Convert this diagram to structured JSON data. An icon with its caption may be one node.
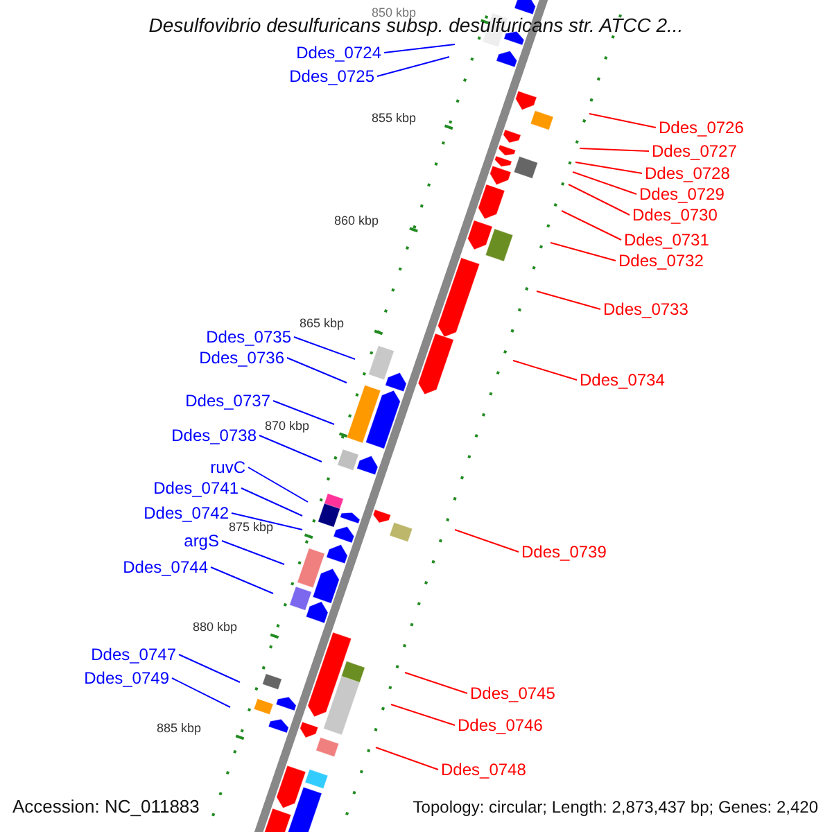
{
  "diagram": {
    "title": "Desulfovibrio desulfuricans subsp. desulfuricans str. ATCC 2...",
    "nodes": [
      {
        "text": [
          "Ddes_0724"
        ]
      },
      {
        "text": [
          "Ddes_0725"
        ]
      },
      {
        "text": [
          "Ddes_0726"
        ]
      },
      {
        "text": [
          "Ddes_0727"
        ]
      },
      {
        "text": [
          "Ddes_0728"
        ]
      },
      {
        "text": [
          "Ddes_0729"
        ]
      },
      {
        "text": [
          "Ddes_0730"
        ]
      },
      {
        "text": [
          "Ddes_0731"
        ]
      },
      {
        "text": [
          "Ddes_0732"
        ]
      },
      {
        "text": [
          "Ddes_0733"
        ]
      },
      {
        "text": [
          "Ddes_0734"
        ]
      },
      {
        "text": [
          "Ddes_0735"
        ]
      },
      {
        "text": [
          "Ddes_0736"
        ]
      },
      {
        "text": [
          "Ddes_0737"
        ]
      },
      {
        "text": [
          "Ddes_0738"
        ]
      },
      {
        "text": [
          "Ddes_0739"
        ]
      },
      {
        "text": [
          "ruvC"
        ]
      },
      {
        "text": [
          "Ddes_0741"
        ]
      },
      {
        "text": [
          "Ddes_0742"
        ]
      },
      {
        "text": [
          "argS"
        ]
      },
      {
        "text": [
          "Ddes_0744"
        ]
      },
      {
        "text": [
          "Ddes_0745"
        ]
      },
      {
        "text": [
          "Ddes_0746"
        ]
      },
      {
        "text": [
          "Ddes_0747"
        ]
      },
      {
        "text": [
          "Ddes_0748"
        ]
      },
      {
        "text": [
          "Ddes_0749"
        ]
      }
    ],
    "edges": [
      {
        "from": 0,
        "to": null,
        "arrow": "none",
        "color": "#0000ff"
      },
      {
        "from": 1,
        "to": null,
        "arrow": "none",
        "color": "#0000ff"
      },
      {
        "from": 2,
        "to": null,
        "arrow": "none",
        "color": "#ff0000"
      },
      {
        "from": 3,
        "to": null,
        "arrow": "none",
        "color": "#ff0000"
      },
      {
        "from": 4,
        "to": null,
        "arrow": "none",
        "color": "#ff0000"
      },
      {
        "from": 5,
        "to": null,
        "arrow": "none",
        "color": "#ff0000"
      },
      {
        "from": 6,
        "to": null,
        "arrow": "none",
        "color": "#ff0000"
      },
      {
        "from": 7,
        "to": null,
        "arrow": "none",
        "color": "#ff0000"
      },
      {
        "from": 8,
        "to": null,
        "arrow": "none",
        "color": "#ff0000"
      },
      {
        "from": 9,
        "to": null,
        "arrow": "none",
        "color": "#ff0000"
      },
      {
        "from": 10,
        "to": null,
        "arrow": "none",
        "color": "#ff0000"
      },
      {
        "from": 11,
        "to": null,
        "arrow": "none",
        "color": "#0000ff"
      },
      {
        "from": 12,
        "to": null,
        "arrow": "none",
        "color": "#0000ff"
      },
      {
        "from": 13,
        "to": null,
        "arrow": "none",
        "color": "#0000ff"
      },
      {
        "from": 14,
        "to": null,
        "arrow": "none",
        "color": "#0000ff"
      },
      {
        "from": 15,
        "to": null,
        "arrow": "none",
        "color": "#ff0000"
      },
      {
        "from": 16,
        "to": null,
        "arrow": "none",
        "color": "#0000ff"
      },
      {
        "from": 17,
        "to": null,
        "arrow": "none",
        "color": "#0000ff"
      },
      {
        "from": 18,
        "to": null,
        "arrow": "none",
        "color": "#0000ff"
      },
      {
        "from": 19,
        "to": null,
        "arrow": "none",
        "color": "#0000ff"
      },
      {
        "from": 20,
        "to": null,
        "arrow": "none",
        "color": "#0000ff"
      },
      {
        "from": 21,
        "to": null,
        "arrow": "none",
        "color": "#ff0000"
      },
      {
        "from": 22,
        "to": null,
        "arrow": "none",
        "color": "#ff0000"
      },
      {
        "from": 23,
        "to": null,
        "arrow": "none",
        "color": "#0000ff"
      },
      {
        "from": 24,
        "to": null,
        "arrow": "none",
        "color": "#ff0000"
      },
      {
        "from": 25,
        "to": null,
        "arrow": "none",
        "color": "#0000ff"
      }
    ],
    "labels": [
      "850 kbp",
      "855 kbp",
      "860 kbp",
      "865 kbp",
      "870 kbp",
      "875 kbp",
      "880 kbp",
      "885 kbp",
      "Accession: NC_011883",
      "Topology: circular; Length: 2,873,437 bp; Genes: 2,420"
    ]
  }
}
